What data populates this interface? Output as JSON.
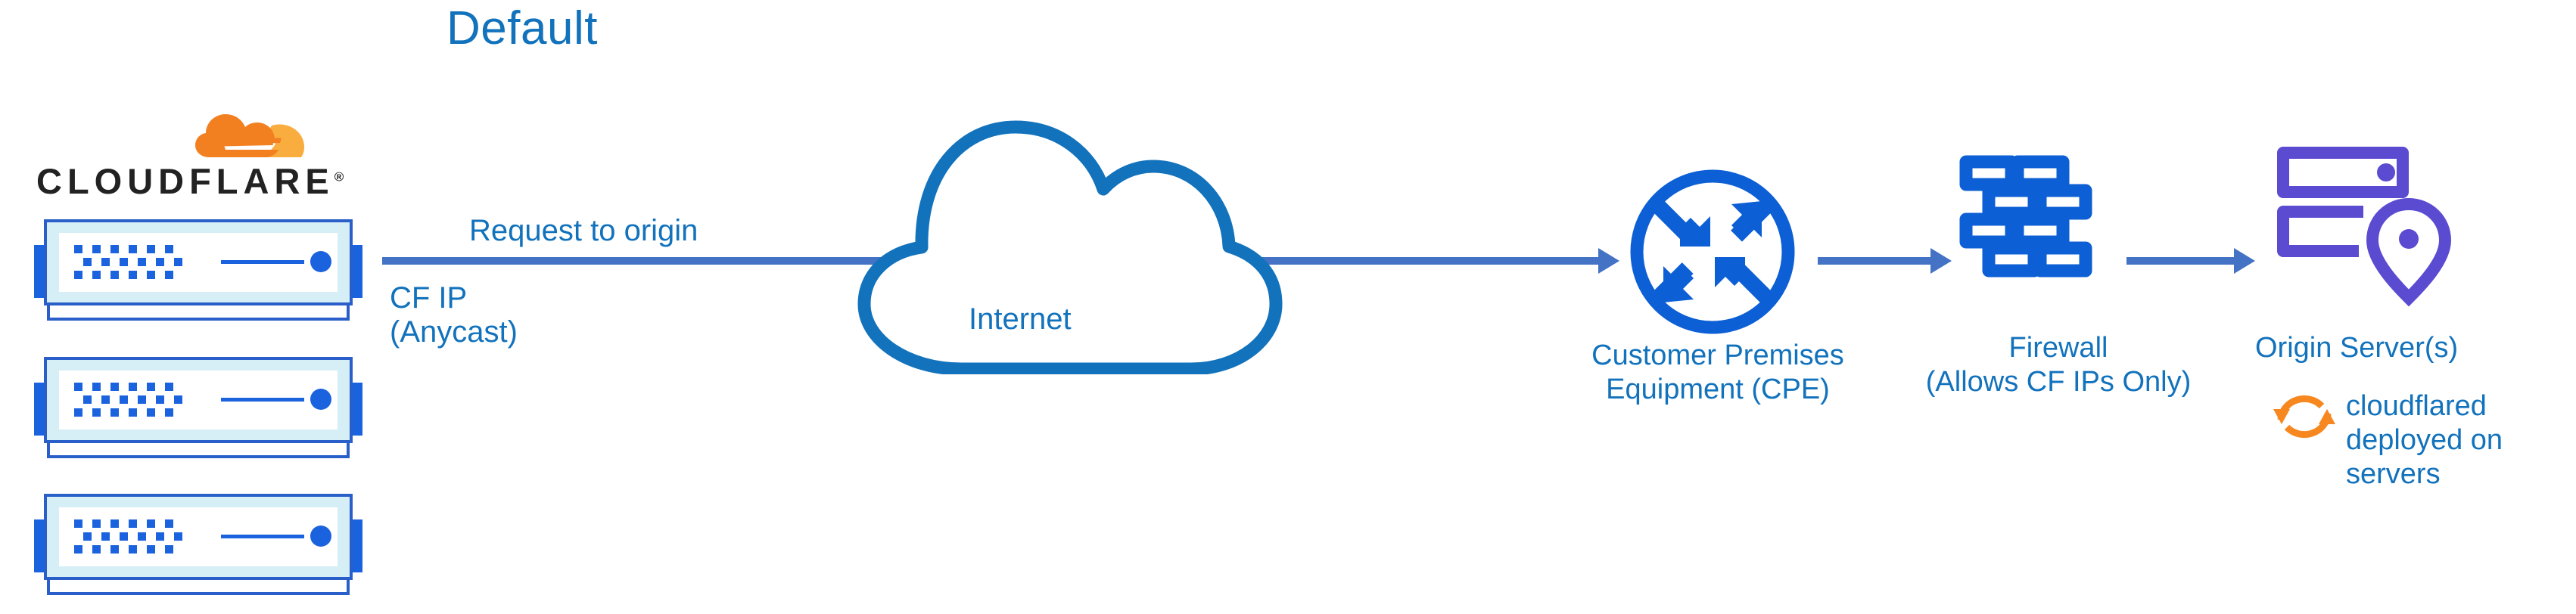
{
  "title": "Default",
  "colors": {
    "title_blue": "#1272BC",
    "label_blue": "#1272BC",
    "arrow_blue": "#4472C4",
    "icon_blue": "#0C5FD4",
    "cloud_outline_blue": "#1273BC",
    "origin_purple": "#5B4BD1",
    "cloudflare_orange": "#F38020",
    "cloudflare_orange_light": "#FAAD3F",
    "wordmark_black": "#222222",
    "server_body_light": "#D6EEF5"
  },
  "brand": {
    "wordmark": "CLOUDFLARE",
    "registered_mark": "®",
    "logo_name": "cloudflare-cloud-logo"
  },
  "flow": {
    "request_label": "Request to origin",
    "cf_ip_label": "CF IP\n(Anycast)",
    "arrows": [
      {
        "name": "arrow-cloudflare-to-internet",
        "from": "cloudflare-edge",
        "to": "customer-premises-equipment"
      },
      {
        "name": "arrow-cpe-to-firewall",
        "from": "customer-premises-equipment",
        "to": "firewall"
      },
      {
        "name": "arrow-firewall-to-origin",
        "from": "firewall",
        "to": "origin-server"
      }
    ]
  },
  "nodes": {
    "cloudflare_edge": {
      "name": "cloudflare-server-stack",
      "server_count": 3
    },
    "internet": {
      "label": "Internet",
      "icon": "cloud-icon"
    },
    "cpe": {
      "label": "Customer Premises\nEquipment (CPE)",
      "icon": "router-icon"
    },
    "firewall": {
      "label": "Firewall\n(Allows CF IPs Only)",
      "icon": "brick-wall-icon"
    },
    "origin": {
      "label": "Origin Server(s)",
      "icon": "server-rack-pin-icon"
    },
    "cloudflared": {
      "label": "cloudflared\ndeployed on\nservers",
      "icon": "sync-arrows-icon"
    }
  }
}
